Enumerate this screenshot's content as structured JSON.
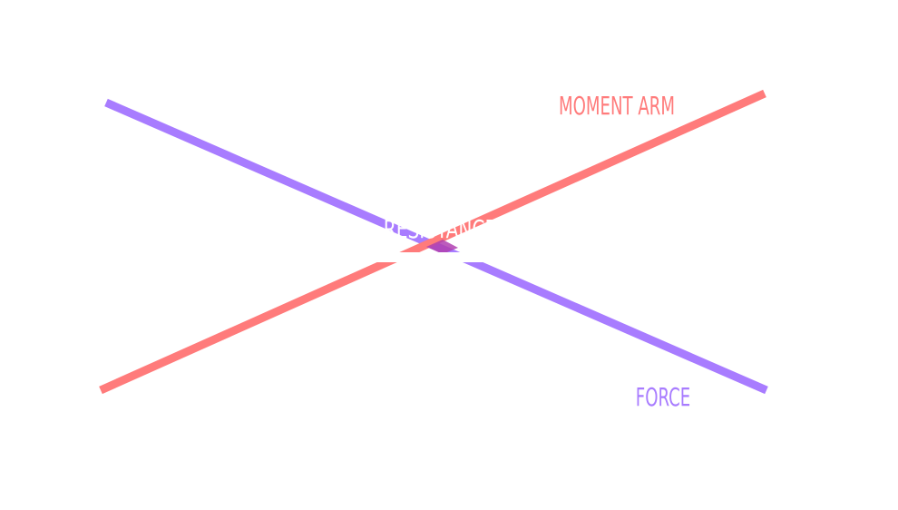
{
  "labels": {
    "moment_arm": "MOMENT ARM",
    "force": "FORCE",
    "resistance": "RESISTANCE"
  },
  "colors": {
    "moment_arm": "#ff7b7b",
    "force": "#a87cff",
    "overlap": "#b040b0",
    "background": "#ffffff"
  }
}
